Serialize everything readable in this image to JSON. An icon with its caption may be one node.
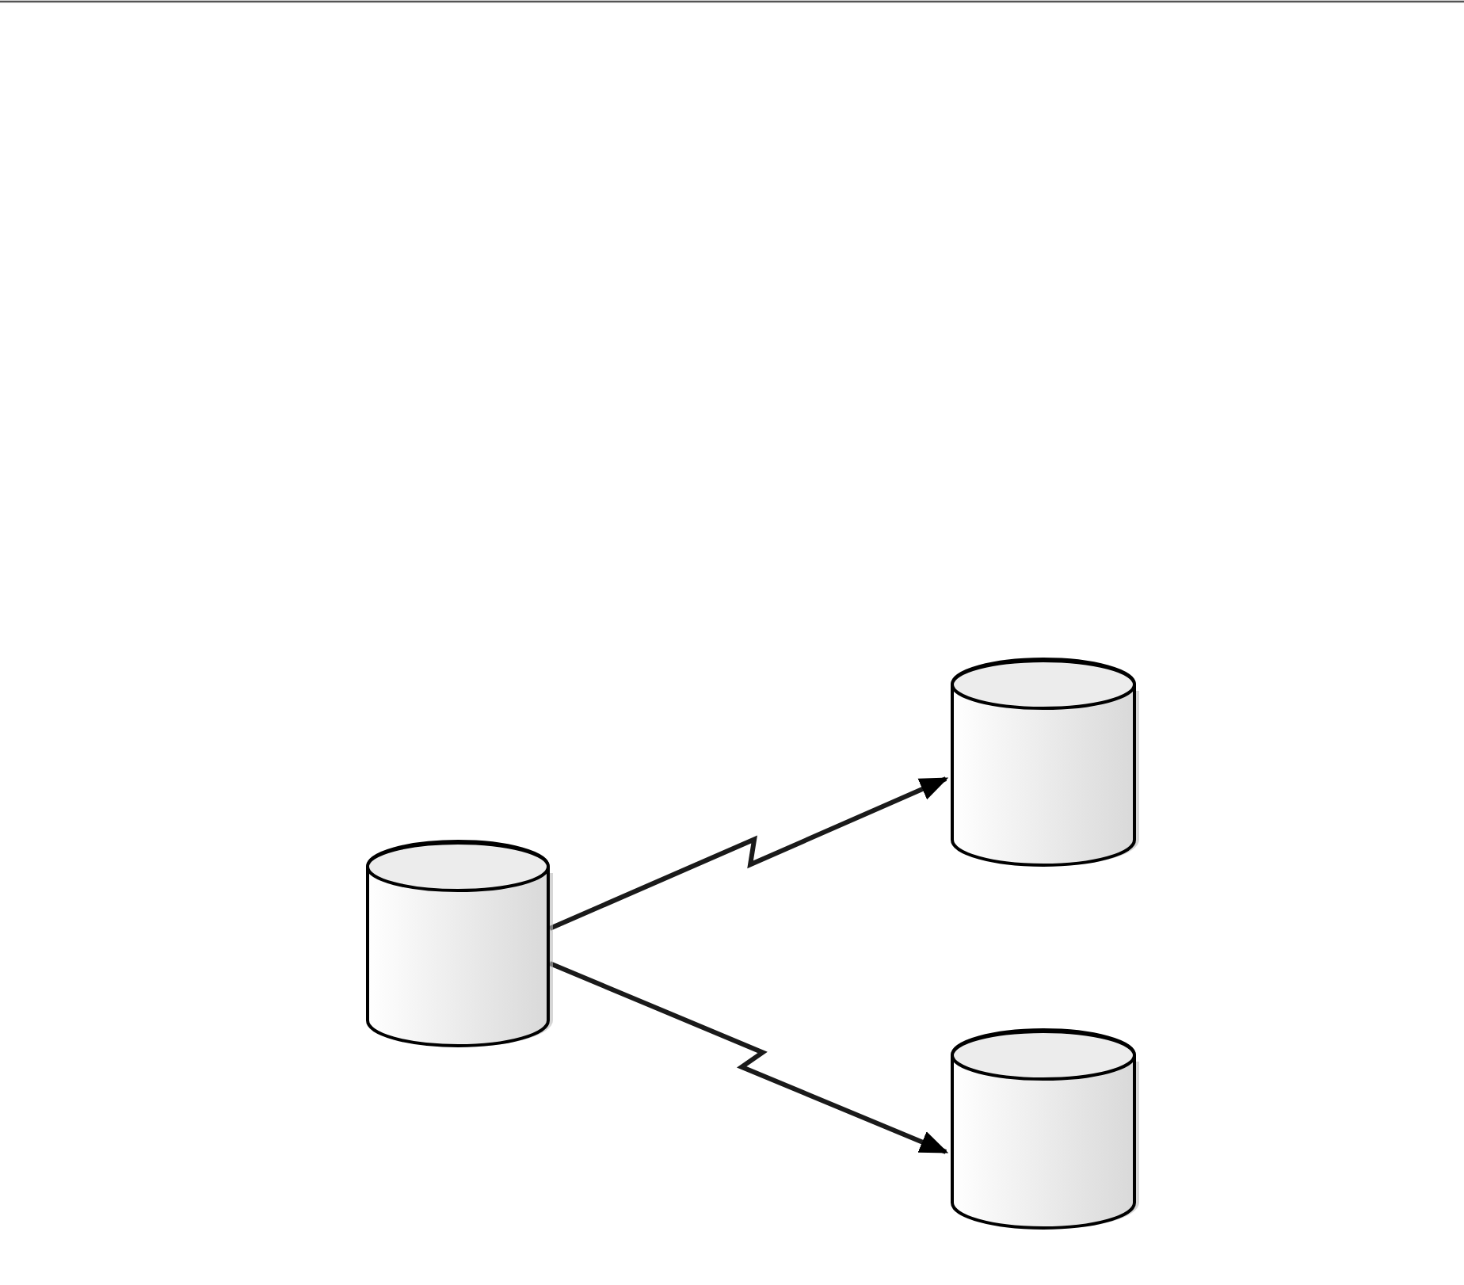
{
  "diagram": {
    "nodes": [
      {
        "text": [],
        "shape": "cylinder"
      },
      {
        "text": [],
        "shape": "cylinder"
      },
      {
        "text": [],
        "shape": "cylinder"
      }
    ],
    "edges": [
      {
        "from": 0,
        "to": 1,
        "arrow": "to"
      },
      {
        "from": 0,
        "to": 2,
        "arrow": "to"
      }
    ]
  }
}
